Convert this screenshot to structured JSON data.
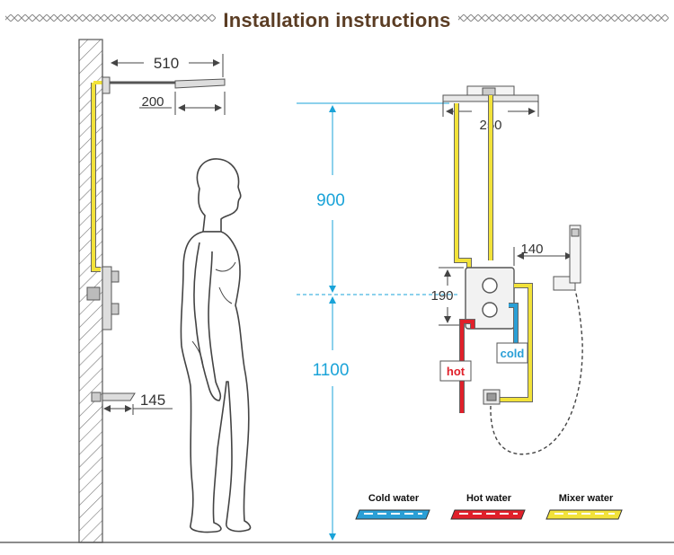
{
  "header": {
    "title": "Installation instructions"
  },
  "dimensions": {
    "arm_length": "510",
    "head_offset": "200",
    "head_width": "250",
    "head_height": "900",
    "valve_height": "1100",
    "handset_offset": "140",
    "valve_span": "190",
    "spout_length": "145"
  },
  "labels": {
    "hot": "hot",
    "cold": "cold"
  },
  "legend": {
    "items": [
      {
        "label": "Cold water",
        "color": "#2a9fd6"
      },
      {
        "label": "Hot water",
        "color": "#e0202a"
      },
      {
        "label": "Mixer water",
        "color": "#f2e23a"
      }
    ]
  },
  "colors": {
    "cold": "#2a9fd6",
    "hot": "#e0202a",
    "mixer": "#f2e23a",
    "dimension_blue": "#1aa3d8",
    "title": "#5b3d24"
  }
}
